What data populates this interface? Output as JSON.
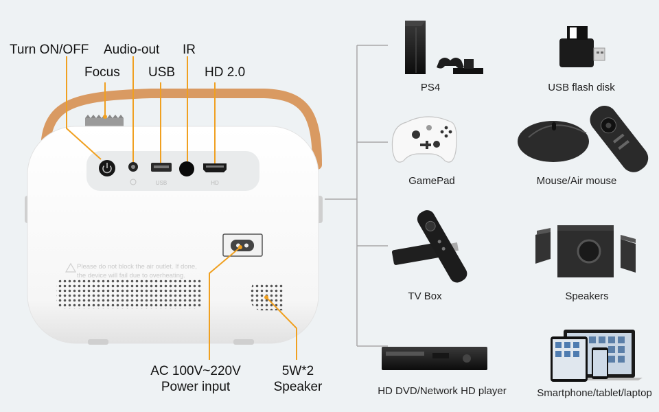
{
  "callouts": {
    "power": "Turn ON/OFF",
    "audio": "Audio-out",
    "ir": "IR",
    "focus": "Focus",
    "usb": "USB",
    "hd": "HD 2.0",
    "ac_line1": "AC 100V~220V",
    "ac_line2": "Power input",
    "speaker_line1": "5W*2",
    "speaker_line2": "Speaker"
  },
  "projector": {
    "port_usb": "USB",
    "port_hd": "HD",
    "warning_line1": "Please do not block the air outlet. If done,",
    "warning_line2": "the device will fail due to overheating."
  },
  "devices": [
    {
      "label": "PS4",
      "icon": "ps4-console-icon"
    },
    {
      "label": "USB flash disk",
      "icon": "usb-flash-disk-icon"
    },
    {
      "label": "GamePad",
      "icon": "gamepad-icon"
    },
    {
      "label": "Mouse/Air mouse",
      "icon": "mouse-icon"
    },
    {
      "label": "TV Box",
      "icon": "tv-box-icon"
    },
    {
      "label": "Speakers",
      "icon": "speakers-icon"
    },
    {
      "label": "HD DVD/Network HD player",
      "icon": "dvd-player-icon"
    },
    {
      "label": "Smartphone/tablet/laptop",
      "icon": "smart-devices-icon"
    }
  ],
  "colors": {
    "callout_line": "#f0a020",
    "handle": "#d99a62",
    "body": "#ffffff",
    "background": "#eef2f4",
    "bracket": "#a8a8a8"
  }
}
